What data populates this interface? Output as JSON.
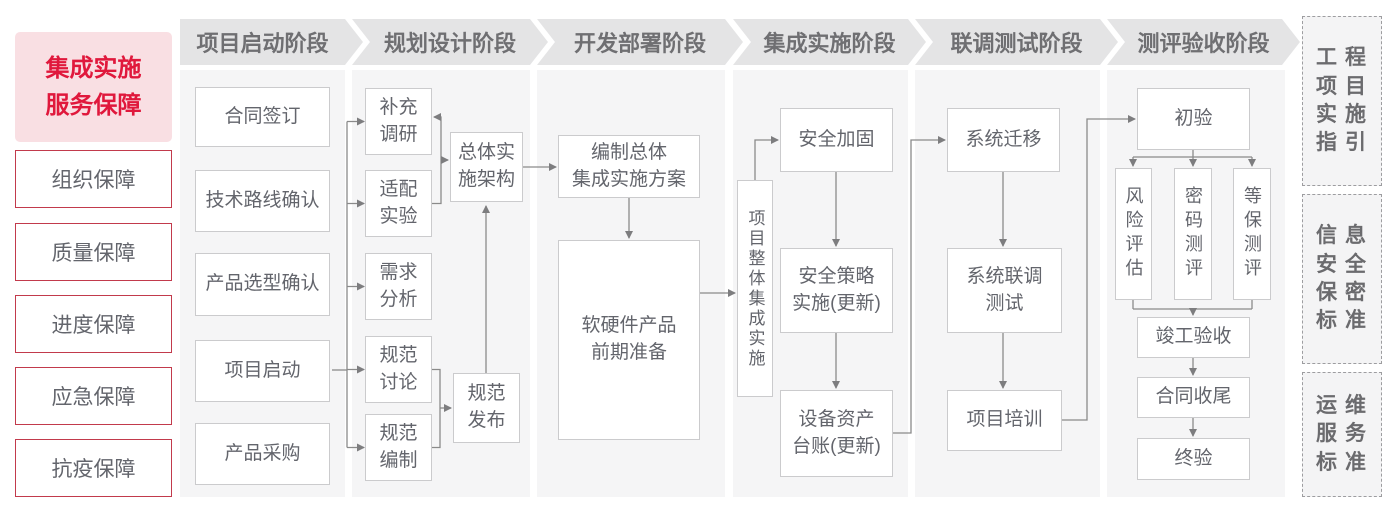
{
  "title_block": {
    "label": "集成实施\n服务保障"
  },
  "left_guarantees": [
    "组织保障",
    "质量保障",
    "进度保障",
    "应急保障",
    "抗疫保障"
  ],
  "phases": [
    {
      "label": "项目启动阶段"
    },
    {
      "label": "规划设计阶段"
    },
    {
      "label": "开发部署阶段"
    },
    {
      "label": "集成实施阶段"
    },
    {
      "label": "联调测试阶段"
    },
    {
      "label": "测评验收阶段"
    }
  ],
  "nodes": {
    "contract_sign": "合同签订",
    "tech_route_confirm": "技术路线确认",
    "product_selection_confirm": "产品选型确认",
    "project_kickoff": "项目启动",
    "product_procurement": "产品采购",
    "supplementary_research": "补充\n调研",
    "adaptation_experiment": "适配\n实验",
    "requirement_analysis": "需求\n分析",
    "spec_discussion": "规范\n讨论",
    "spec_drafting": "规范\n编制",
    "overall_architecture": "总体实\n施架构",
    "spec_release": "规范\n发布",
    "overall_integration_plan": "编制总体\n集成实施方案",
    "product_preparation": "软硬件产品\n前期准备",
    "overall_integration": "项目整体集成实施",
    "security_hardening": "安全加固",
    "security_policy_update": "安全策略\n实施(更新)",
    "asset_ledger_update": "设备资产\n台账(更新)",
    "system_migration": "系统迁移",
    "system_joint_testing": "系统联调\n测试",
    "project_training": "项目培训",
    "initial_acceptance": "初验",
    "risk_assessment": "风险评估",
    "crypto_evaluation": "密码测评",
    "mlps_evaluation": "等保测评",
    "completion_acceptance": "竣工验收",
    "contract_closure": "合同收尾",
    "final_acceptance": "终验"
  },
  "right_standards": [
    "工程\n项目\n实施\n指引",
    "信息\n安全\n保密\n标准",
    "运维\n服务\n标准"
  ],
  "colors": {
    "accent_red": "#e0183c",
    "pink_bg": "#f9dfe3",
    "red_border": "#c23a4c",
    "panel_gray": "#f5f5f6",
    "header_gray": "#e4e4e5",
    "line_gray": "#8a8a8a",
    "node_border": "#cbcbcd",
    "text_gray": "#63656c"
  }
}
